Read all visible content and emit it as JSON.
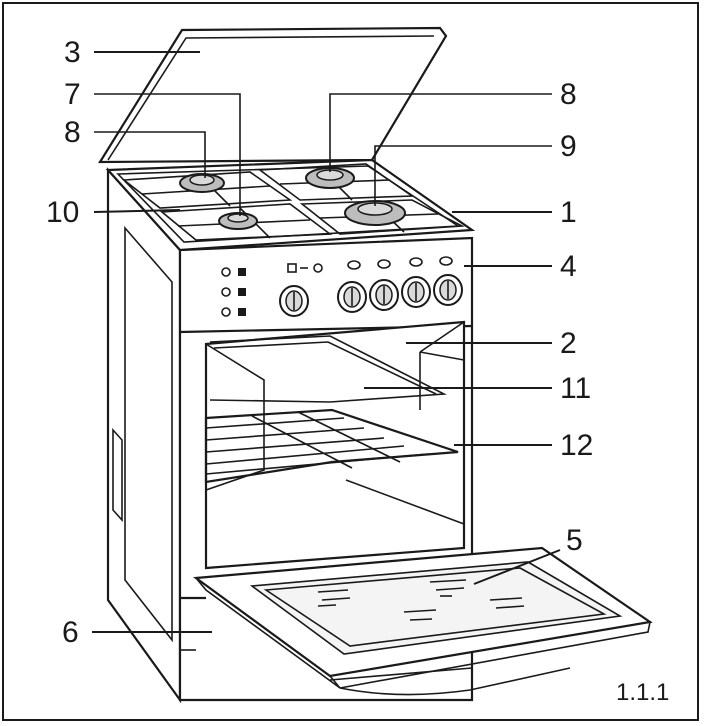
{
  "figure_number": "1.1.1",
  "callouts": [
    {
      "id": "c3",
      "text": "3"
    },
    {
      "id": "c7",
      "text": "7"
    },
    {
      "id": "c8a",
      "text": "8"
    },
    {
      "id": "c8b",
      "text": "8"
    },
    {
      "id": "c9",
      "text": "9"
    },
    {
      "id": "c10",
      "text": "10"
    },
    {
      "id": "c1",
      "text": "1"
    },
    {
      "id": "c4",
      "text": "4"
    },
    {
      "id": "c2",
      "text": "2"
    },
    {
      "id": "c11",
      "text": "11"
    },
    {
      "id": "c12",
      "text": "12"
    },
    {
      "id": "c5",
      "text": "5"
    },
    {
      "id": "c6",
      "text": "6"
    }
  ]
}
